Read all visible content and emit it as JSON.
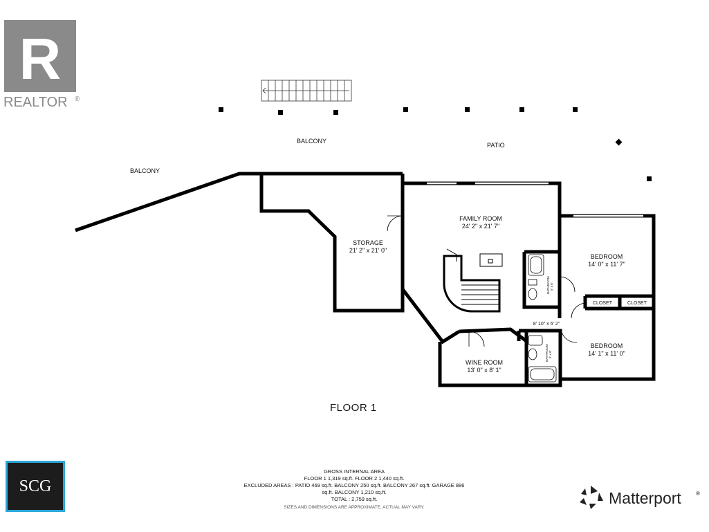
{
  "brand": {
    "realtor_text": "REALTOR",
    "realtor_mark": "®",
    "realtor_letter": "R",
    "scg_text": "SCG",
    "matterport_text": "Matterport",
    "matterport_mark": "®"
  },
  "colors": {
    "realtor_gray": "#8a8a8a",
    "wall": "#000000",
    "scg_bg": "#1c1c1c",
    "scg_border": "#2aa8d8"
  },
  "labels": {
    "balcony_top": "BALCONY",
    "patio": "PATIO",
    "balcony_left": "BALCONY",
    "floor_title": "FLOOR 1"
  },
  "rooms": {
    "storage": {
      "name": "STORAGE",
      "dims": "21' 2\" x 21' 0\""
    },
    "family_room": {
      "name": "FAMILY ROOM",
      "dims": "24' 2\" x 21' 7\""
    },
    "bedroom1": {
      "name": "BEDROOM",
      "dims": "14' 0\" x 11' 7\""
    },
    "bedroom2": {
      "name": "BEDROOM",
      "dims": "14' 1\" x 11' 0\""
    },
    "wine_room": {
      "name": "WINE ROOM",
      "dims": "13' 0\" x 8' 1\""
    },
    "closet1": "CLOSET",
    "closet2": "CLOSET",
    "hall_dims": "8' 10\" x 6' 2\"",
    "bathroom1": {
      "name": "BATHROOM",
      "dims": "5' x 8'"
    },
    "bathroom2": {
      "name": "BATHROOM",
      "dims": "5' x 8'"
    }
  },
  "area_summary": {
    "heading": "GROSS INTERNAL AREA",
    "line1": "FLOOR 1 1,319 sq.ft.   FLOOR 2 1,440 sq.ft.",
    "line2": "EXCLUDED AREAS :  PATIO 469 sq.ft.   BALCONY 250 sq.ft.   BALCONY 267 sq.ft.   GARAGE 886",
    "line3": "sq.ft.   BALCONY 1,210 sq.ft.",
    "line4": "TOTAL :  2,759 sq.ft.",
    "disclaimer": "SIZES AND DIMENSIONS ARE APPROXIMATE, ACTUAL MAY VARY."
  }
}
